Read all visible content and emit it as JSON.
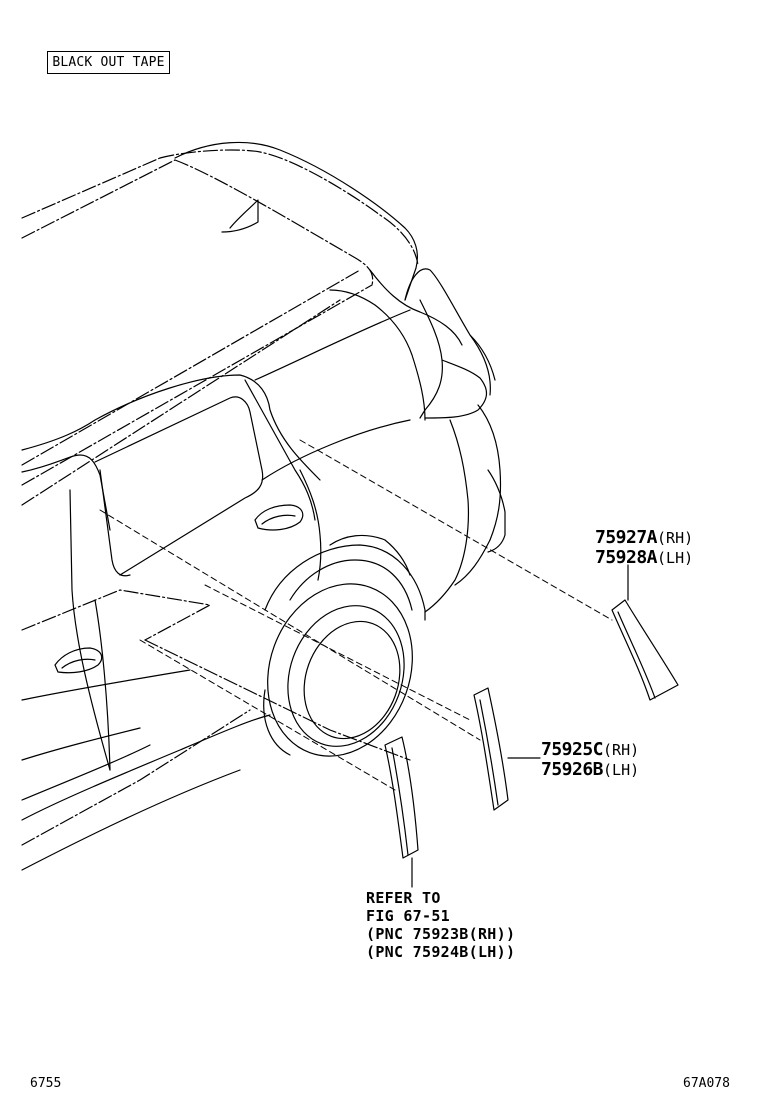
{
  "title_box": "BLACK OUT TAPE",
  "parts": [
    {
      "number": "75927A",
      "side": "(RH)"
    },
    {
      "number": "75928A",
      "side": "(LH)"
    },
    {
      "number": "75925C",
      "side": "(RH)"
    },
    {
      "number": "75926B",
      "side": "(LH)"
    }
  ],
  "reference": {
    "lines": [
      "REFER TO",
      "FIG 67-51",
      "(PNC 75923B(RH))",
      "(PNC 75924B(LH))"
    ]
  },
  "footer": {
    "left_code": "6755",
    "right_code": "67A078"
  }
}
